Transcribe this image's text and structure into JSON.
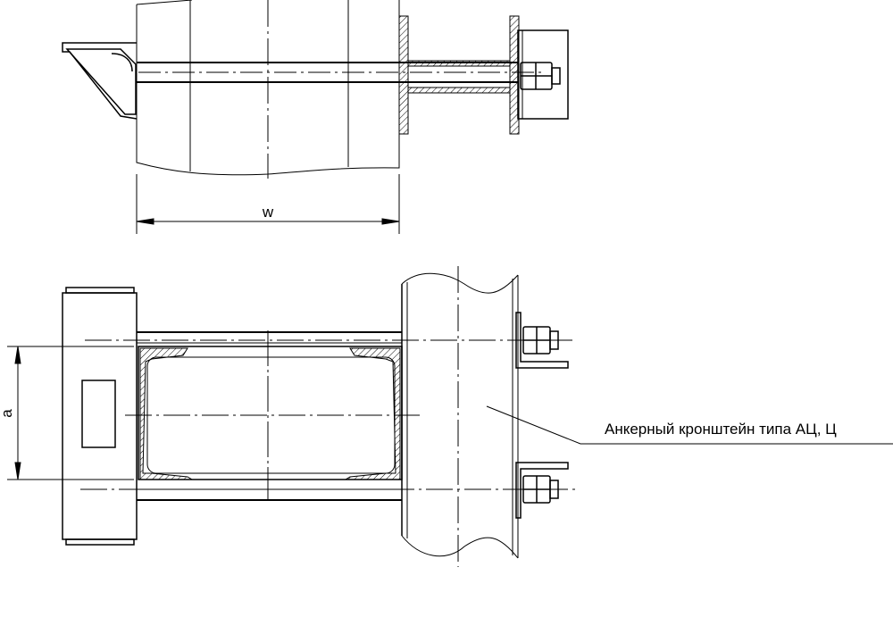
{
  "dimensions": {
    "width_label": "w",
    "spacing_label": "a"
  },
  "callout": {
    "text": "Анкерный кронштейн типа АЦ, Ц"
  },
  "colors": {
    "line": "#000000",
    "background": "#ffffff"
  }
}
